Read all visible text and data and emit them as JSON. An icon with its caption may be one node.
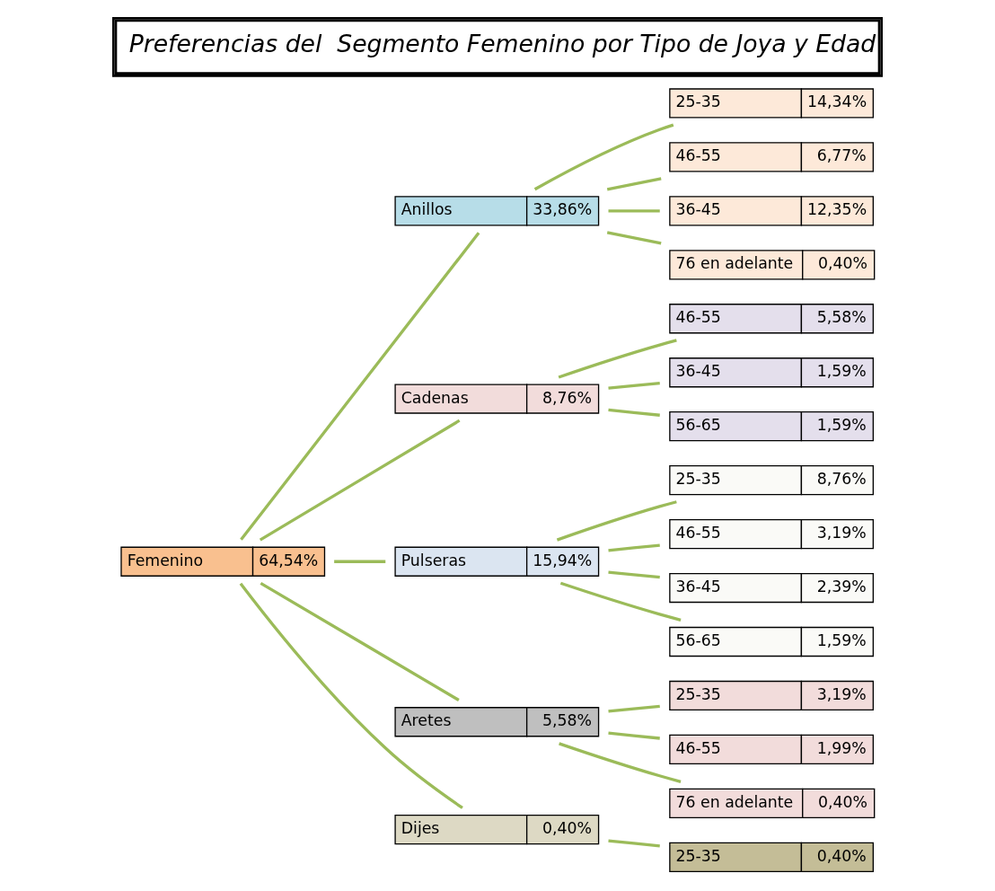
{
  "diagram": {
    "title": "Preferencias del  Segmento Femenino por Tipo de Joya y Edad",
    "nodes": [
      {
        "text": [
          "Femenino",
          "64,54%"
        ]
      },
      {
        "text": [
          "Anillos",
          "33,86%"
        ]
      },
      {
        "text": [
          "25-35",
          "14,34%"
        ]
      },
      {
        "text": [
          "46-55",
          "6,77%"
        ]
      },
      {
        "text": [
          "36-45",
          "12,35%"
        ]
      },
      {
        "text": [
          "76 en adelante",
          "0,40%"
        ]
      },
      {
        "text": [
          "Cadenas",
          "8,76%"
        ]
      },
      {
        "text": [
          "46-55",
          "5,58%"
        ]
      },
      {
        "text": [
          "36-45",
          "1,59%"
        ]
      },
      {
        "text": [
          "56-65",
          "1,59%"
        ]
      },
      {
        "text": [
          "Pulseras",
          "15,94%"
        ]
      },
      {
        "text": [
          "25-35",
          "8,76%"
        ]
      },
      {
        "text": [
          "46-55",
          "3,19%"
        ]
      },
      {
        "text": [
          "36-45",
          "2,39%"
        ]
      },
      {
        "text": [
          "56-65",
          "1,59%"
        ]
      },
      {
        "text": [
          "Aretes",
          "5,58%"
        ]
      },
      {
        "text": [
          "25-35",
          "3,19%"
        ]
      },
      {
        "text": [
          "46-55",
          "1,99%"
        ]
      },
      {
        "text": [
          "76 en adelante",
          "0,40%"
        ]
      },
      {
        "text": [
          "Dijes",
          "0,40%"
        ]
      },
      {
        "text": [
          "25-35",
          "0,40%"
        ]
      }
    ],
    "edges": [
      {
        "from": 0,
        "to": 1,
        "arrow": "none"
      },
      {
        "from": 0,
        "to": 6,
        "arrow": "none"
      },
      {
        "from": 0,
        "to": 10,
        "arrow": "none"
      },
      {
        "from": 0,
        "to": 15,
        "arrow": "none"
      },
      {
        "from": 0,
        "to": 19,
        "arrow": "none"
      },
      {
        "from": 1,
        "to": 2,
        "arrow": "none"
      },
      {
        "from": 1,
        "to": 3,
        "arrow": "none"
      },
      {
        "from": 1,
        "to": 4,
        "arrow": "none"
      },
      {
        "from": 1,
        "to": 5,
        "arrow": "none"
      },
      {
        "from": 6,
        "to": 7,
        "arrow": "none"
      },
      {
        "from": 6,
        "to": 8,
        "arrow": "none"
      },
      {
        "from": 6,
        "to": 9,
        "arrow": "none"
      },
      {
        "from": 10,
        "to": 11,
        "arrow": "none"
      },
      {
        "from": 10,
        "to": 12,
        "arrow": "none"
      },
      {
        "from": 10,
        "to": 13,
        "arrow": "none"
      },
      {
        "from": 10,
        "to": 14,
        "arrow": "none"
      },
      {
        "from": 15,
        "to": 16,
        "arrow": "none"
      },
      {
        "from": 15,
        "to": 17,
        "arrow": "none"
      },
      {
        "from": 15,
        "to": 18,
        "arrow": "none"
      },
      {
        "from": 19,
        "to": 20,
        "arrow": "none"
      }
    ]
  }
}
